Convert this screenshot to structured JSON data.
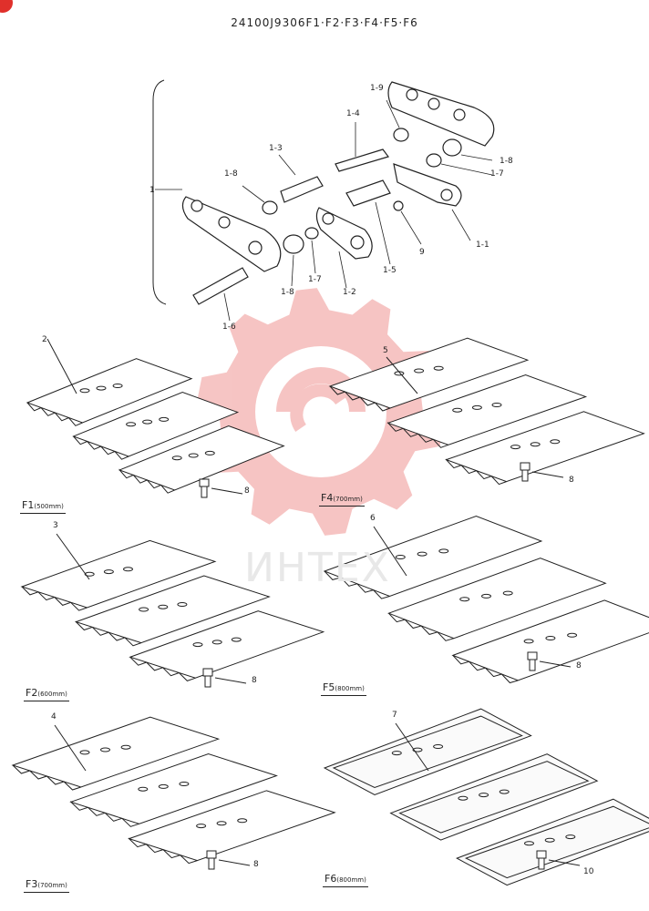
{
  "title": "24100J9306F1·F2·F3·F4·F5·F6",
  "watermark": {
    "text": "ИНТЕХ",
    "color": "#f2a4a4"
  },
  "accent_color": "#e0302b",
  "link_assembly": {
    "bracket_label": "1",
    "callouts": [
      "1-9",
      "1-4",
      "1-3",
      "1-8",
      "1-8",
      "1-7",
      "1-1",
      "9",
      "1-5",
      "1-2",
      "1-7",
      "1-8",
      "1-6"
    ]
  },
  "shoes": [
    {
      "id": "F1",
      "width": "500",
      "unit": "mm",
      "part_no": "2",
      "bolt": "8"
    },
    {
      "id": "F4",
      "width": "700",
      "unit": "mm",
      "part_no": "5",
      "bolt": "8"
    },
    {
      "id": "F2",
      "width": "600",
      "unit": "mm",
      "part_no": "3",
      "bolt": "8"
    },
    {
      "id": "F5",
      "width": "800",
      "unit": "mm",
      "part_no": "6",
      "bolt": "8"
    },
    {
      "id": "F3",
      "width": "700",
      "unit": "mm",
      "part_no": "4",
      "bolt": "8"
    },
    {
      "id": "F6",
      "width": "800",
      "unit": "mm",
      "part_no": "7",
      "bolt": "10"
    }
  ]
}
